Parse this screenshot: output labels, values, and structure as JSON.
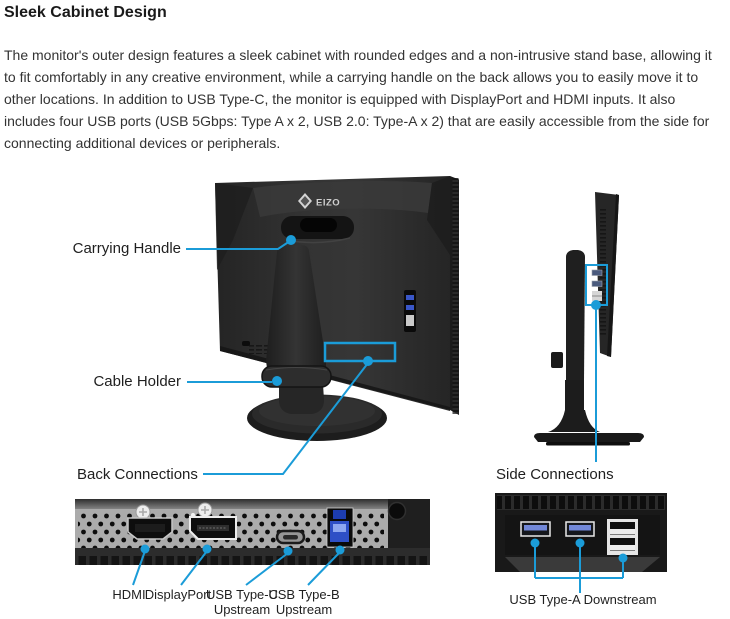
{
  "page": {
    "title": "Sleek Cabinet Design",
    "body": "The monitor's outer design features a sleek cabinet with rounded edges and a non-intrusive stand base, allowing it to fit comfortably in any creative environment, while a carrying handle on the back allows you to easily move it to other locations. In addition to USB Type-C, the monitor is equipped with DisplayPort and HDMI inputs. It also includes four USB ports (USB 5Gbps: Type A x 2, USB 2.0: Type-A x 2) that are easily accessible from the side for connecting additional devices or peripherals."
  },
  "diagram": {
    "logo": "EIZO",
    "accent_color": "#1B9CD8",
    "callouts": {
      "carrying_handle": "Carrying Handle",
      "cable_holder": "Cable Holder",
      "back_connections": "Back Connections",
      "side_connections": "Side Connections"
    },
    "port_labels": {
      "hdmi": "HDMI",
      "displayport": "DisplayPort",
      "usb_c": "USB Type-C",
      "usb_c_sub": "Upstream",
      "usb_b": "USB Type-B",
      "usb_b_sub": "Upstream",
      "usb_a_downstream": "USB Type-A Downstream"
    }
  }
}
